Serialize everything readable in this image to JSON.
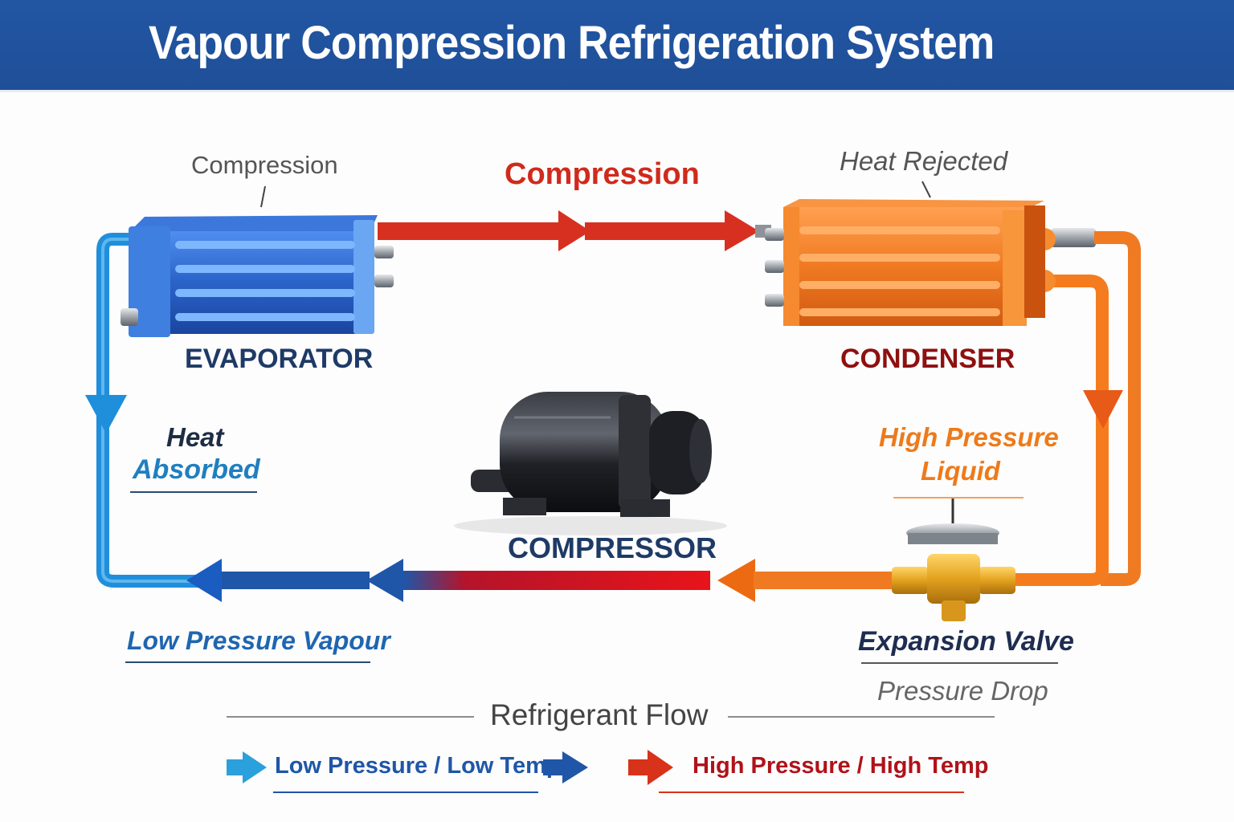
{
  "title": "Vapour Compression Refrigeration System",
  "components": {
    "evaporator": {
      "label": "EVAPORATOR",
      "annotation": "Compression",
      "color": "#2a63c8"
    },
    "condenser": {
      "label": "CONDENSER",
      "annotation": "Heat Rejected",
      "color": "#f07a22"
    },
    "compressor": {
      "label": "COMPRESSOR",
      "color": "#1d1f24"
    },
    "expansion_valve": {
      "label": "Expansion Valve",
      "annotation": "Pressure Drop",
      "color": "#d9a21f"
    }
  },
  "flow_labels": {
    "top_arrow": "Compression",
    "left_heat": "Heat",
    "left_absorbed": "Absorbed",
    "high_pressure_line1": "High Pressure",
    "high_pressure_line2": "Liquid",
    "low_pressure_vapour": "Low Pressure Vapour"
  },
  "legend": {
    "title": "Refrigerant Flow",
    "items": [
      {
        "label": "Low Pressure / Low Temp",
        "color": "#1f56a8",
        "arrow_colors": [
          "#2aa0dd",
          "#1f56a8"
        ]
      },
      {
        "label": "High Pressure / High Temp",
        "color": "#b0121a",
        "arrow_colors": [
          "#d8321a"
        ]
      }
    ]
  },
  "colors": {
    "header_bg": "#2256a3",
    "hot_line": "#d83020",
    "cold_line": "#1f6fc8",
    "liquid_line": "#f07a22",
    "text_dark_blue": "#1e3a66",
    "text_dark_red": "#8e1010",
    "text_gray": "#555555",
    "text_orange": "#ee7a1a"
  }
}
